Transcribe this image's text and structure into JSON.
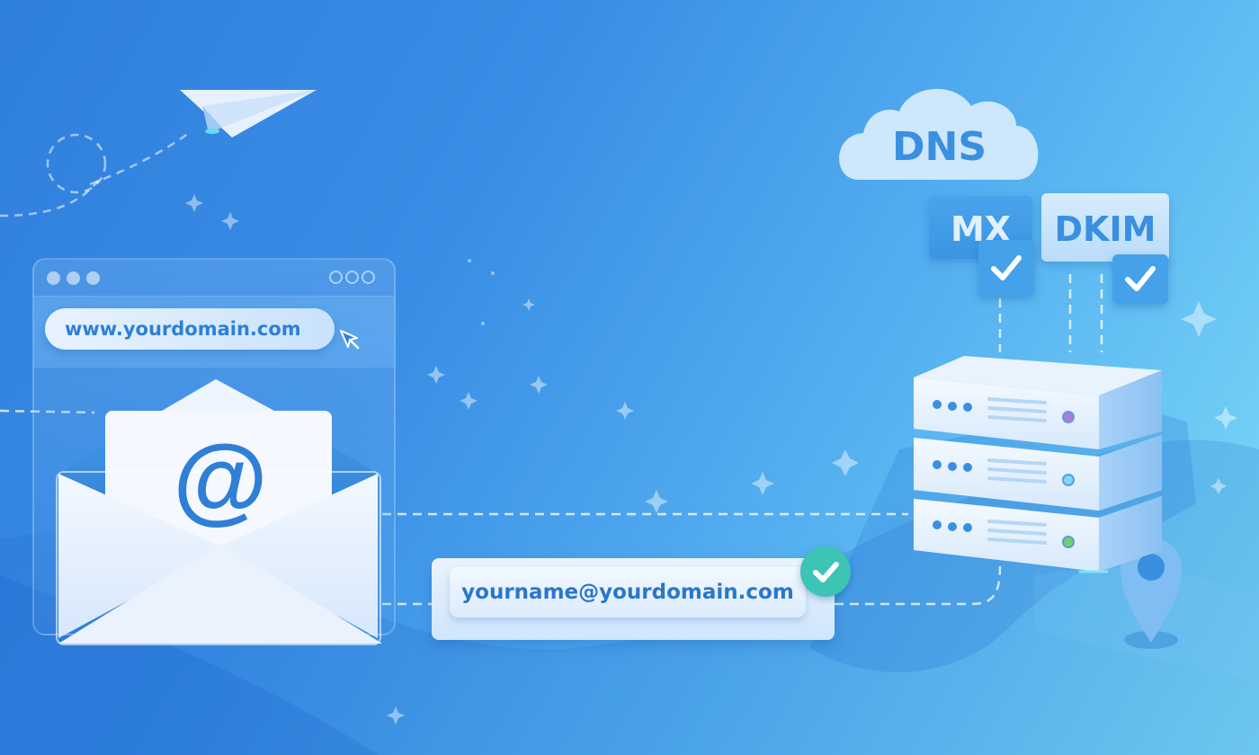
{
  "scene": {
    "title": "Custom domain email setup illustration",
    "colors": {
      "background_start": "#2f7fdc",
      "background_end": "#7fdcf8",
      "accent_text": "#2f7fd6",
      "success_green": "#3cc4b4",
      "card_light": "#e8f3ff"
    }
  },
  "browser": {
    "url": "www.yourdomain.com",
    "left_dots": 3,
    "right_rings": 3
  },
  "envelope": {
    "symbol": "@"
  },
  "email_address": {
    "value": "yourname@yourdomain.com",
    "status": "verified"
  },
  "dns": {
    "cloud_label": "DNS",
    "records": [
      {
        "label": "MX",
        "status": "verified"
      },
      {
        "label": "DKIM",
        "status": "verified"
      }
    ]
  },
  "server": {
    "units": 3,
    "status_led_colors": [
      "#b07ad8",
      "#7fd8f0",
      "#6fd36a"
    ]
  },
  "icons": [
    "paper-plane-icon",
    "envelope-icon",
    "at-sign-icon",
    "cursor-arrow-icon",
    "cloud-icon",
    "check-icon",
    "server-icon",
    "location-pin-icon",
    "sparkle-icon"
  ]
}
